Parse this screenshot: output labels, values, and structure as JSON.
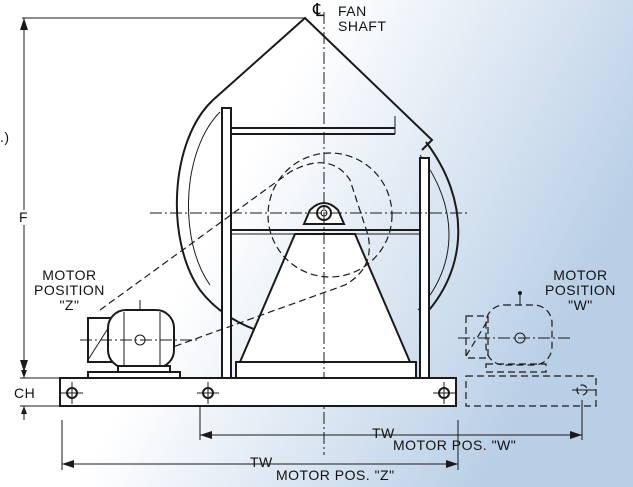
{
  "colors": {
    "background_light": "#ffffff",
    "background_dark": "#b9cfe6",
    "line": "#1a1a1a"
  },
  "labels": {
    "cl_symbol": "℄",
    "fan_shaft": [
      "FAN",
      "SHAFT"
    ],
    "left_edge_fragment": ".)",
    "dim_f": "F",
    "dim_ch": "CH",
    "motor_z": [
      "MOTOR",
      "POSITION",
      "\"Z\""
    ],
    "motor_w": [
      "MOTOR",
      "POSITION",
      "\"W\""
    ],
    "tw_w": "TW",
    "motor_pos_w": "MOTOR  POS.  \"W\"",
    "tw_z": "TW",
    "motor_pos_z": "MOTOR  POS.  \"Z\""
  }
}
